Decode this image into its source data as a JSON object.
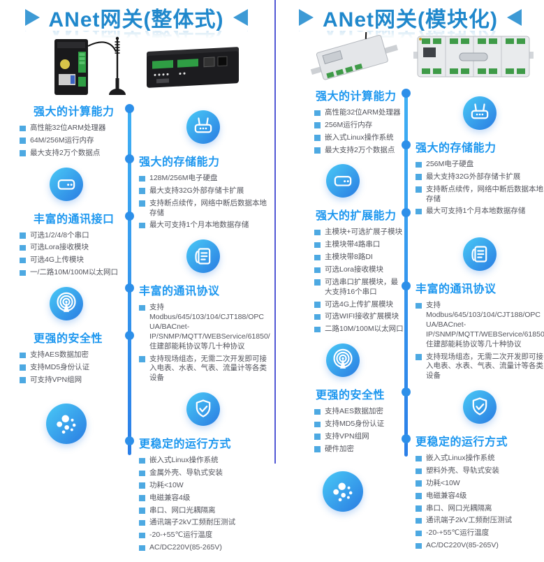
{
  "colors": {
    "header_title": "#2088cc",
    "header_arrow": "#3d9ad5",
    "section_title": "#1d97ef",
    "bullet_square": "#4da9e2",
    "bullet_text": "#53545c",
    "timeline": "#2e93ee",
    "timeline_dot": "#2d8fe9",
    "panel_divider": "#5157d5",
    "icon_gradient": [
      "#49c9f6",
      "#2a7ce2"
    ]
  },
  "panels": [
    {
      "title": "ANet网关(整体式)",
      "header_arrows": {
        "left": "right-pointing-triangle",
        "right": "left-pointing-triangle"
      },
      "products": [
        "black-din-rail-gateway-with-whip-antenna",
        "black-box-gateway"
      ],
      "footer_icon": "wheel-icon",
      "sections": {
        "compute": {
          "title": "强大的计算能力",
          "bullets": [
            "高性能32位ARM处理器",
            "64M/256M运行内存",
            "最大支持2万个数据点"
          ]
        },
        "comm": {
          "title": "丰富的通讯接口",
          "icon": "drive-icon",
          "bullets": [
            "可选1/2/4/8个串口",
            "可选Lora接收模块",
            "可选4G上传模块",
            "一/二路10M/100M以太网口"
          ]
        },
        "security": {
          "title": "更强的安全性",
          "icon": "signal-tower-icon",
          "bullets": [
            "支持AES数据加密",
            "支持MD5身份认证",
            "可支持VPN组网"
          ]
        },
        "storage": {
          "title": "强大的存储能力",
          "icon": "router-icon",
          "bullets": [
            "128M/256M电子硬盘",
            "最大支持32G外部存储卡扩展",
            "支持断点续传，网络中断后数据本地存储",
            "最大可支持1个月本地数据存储"
          ]
        },
        "protocols": {
          "title": "丰富的通讯协议",
          "icon": "document-icon",
          "bullets": [
            "支持Modbus/645/103/104/CJT188/OPC UA/BACnet-IP/SNMP/MQTT/WEBService/61850/住建部能耗协议等几十种协议",
            "支持现场组态，无需二次开发即可接入电表、水表、气表、流量计等各类设备"
          ]
        },
        "stability": {
          "title": "更稳定的运行方式",
          "icon": "shield-check-icon",
          "bullets": [
            "嵌入式Linux操作系统",
            "金属外壳、导轨式安装",
            "功耗<10W",
            "电磁兼容4级",
            "串口、网口光耦隔离",
            "通讯端子2kV工频耐压测试",
            "-20-+55℃运行温度",
            "AC/DC220V(85-265V)"
          ]
        }
      }
    },
    {
      "title": "ANet网关(模块化)",
      "header_arrows": {
        "left": "right-pointing-triangle",
        "right": "left-pointing-triangle"
      },
      "products": [
        "grey-din-module-with-antenna",
        "grey-din-rail-module-row"
      ],
      "footer_icon": "wheel-icon",
      "sections": {
        "compute": {
          "title": "强大的计算能力",
          "bullets": [
            "高性能32位ARM处理器",
            "256M运行内存",
            "嵌入式Linux操作系统",
            "最大支持2万个数据点"
          ]
        },
        "expansion": {
          "title": "强大的扩展能力",
          "icon": "drive-icon",
          "bullets": [
            "主模块+可选扩展子模块",
            "主模块带4路串口",
            "主模块带8路DI",
            "可选Lora接收模块",
            "可选串口扩展模块，最大支持16个串口",
            "可选4G上传扩展模块",
            "可选WIFI接收扩展模块",
            "二路10M/100M以太网口"
          ]
        },
        "security": {
          "title": "更强的安全性",
          "icon": "signal-tower-icon",
          "bullets": [
            "支持AES数据加密",
            "支持MD5身份认证",
            "支持VPN组网",
            "硬件加密"
          ]
        },
        "storage": {
          "title": "强大的存储能力",
          "icon": "router-icon",
          "bullets": [
            "256M电子硬盘",
            "最大支持32G外部存储卡扩展",
            "支持断点续传，网络中断后数据本地存储",
            "最大可支持1个月本地数据存储"
          ]
        },
        "protocols": {
          "title": "丰富的通讯协议",
          "icon": "document-icon",
          "bullets": [
            "支持Modbus/645/103/104/CJT188/OPC UA/BACnet-IP/SNMP/MQTT/WEBService/61850/住建部能耗协议等几十种协议",
            "支持现场组态，无需二次开发即可接入电表、水表、气表、流量计等各类设备"
          ]
        },
        "stability": {
          "title": "更稳定的运行方式",
          "icon": "shield-check-icon",
          "bullets": [
            "嵌入式Linux操作系统",
            "塑料外壳、导轨式安装",
            "功耗<10W",
            "电磁兼容4级",
            "串口、网口光耦隔离",
            "通讯端子2kV工频耐压测试",
            "-20-+55℃运行温度",
            "AC/DC220V(85-265V)"
          ]
        }
      }
    }
  ]
}
